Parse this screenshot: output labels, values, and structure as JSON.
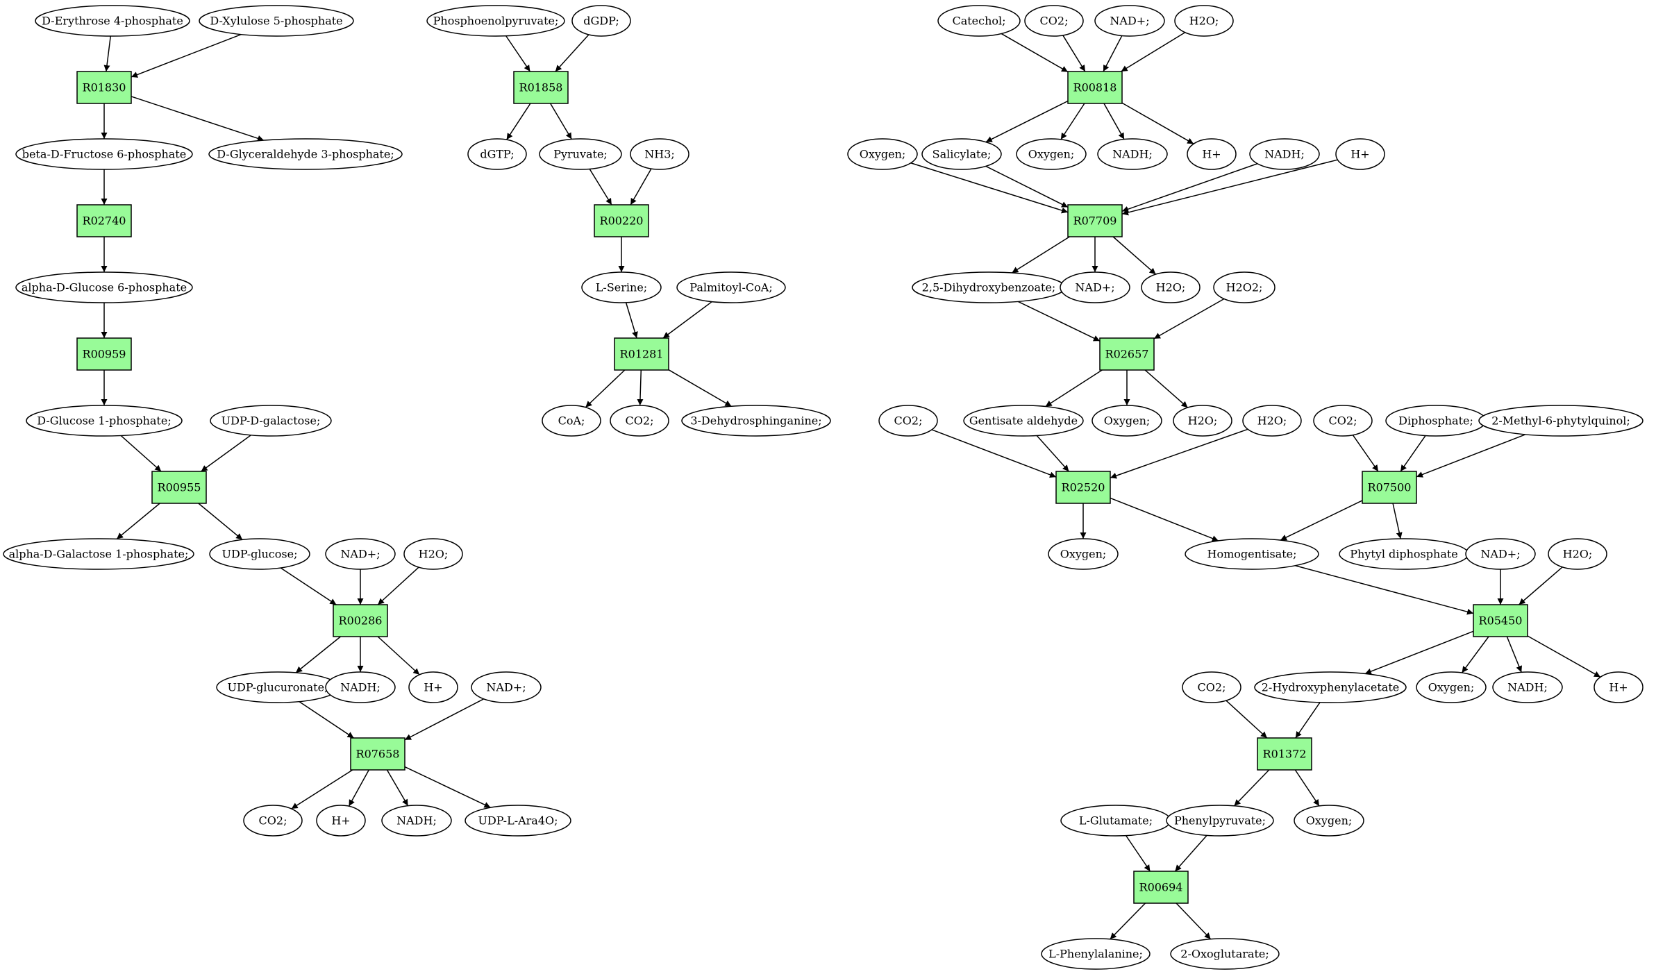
{
  "colors": {
    "reaction_fill": "#98fb98",
    "start_fill": "#00ee00",
    "target_fill": "#ffff00",
    "compound_fill": "#ffffff",
    "stroke": "#000000"
  },
  "nodes": [
    {
      "id": "e4p",
      "label": "D-Erythrose 4-phosphate",
      "kind": "start"
    },
    {
      "id": "x5p",
      "label": "D-Xylulose 5-phosphate",
      "kind": "compound"
    },
    {
      "id": "R01830",
      "label": "R01830",
      "kind": "reaction"
    },
    {
      "id": "bdf6p",
      "label": "beta-D-Fructose 6-phosphate",
      "kind": "compound"
    },
    {
      "id": "g3p",
      "label": "D-Glyceraldehyde 3-phosphate;",
      "kind": "compound"
    },
    {
      "id": "R02740",
      "label": "R02740",
      "kind": "reaction"
    },
    {
      "id": "adg6p",
      "label": "alpha-D-Glucose 6-phosphate",
      "kind": "compound"
    },
    {
      "id": "R00959",
      "label": "R00959",
      "kind": "reaction"
    },
    {
      "id": "dg1p",
      "label": "D-Glucose 1-phosphate;",
      "kind": "compound"
    },
    {
      "id": "udpgal",
      "label": "UDP-D-galactose;",
      "kind": "compound"
    },
    {
      "id": "R00955",
      "label": "R00955",
      "kind": "reaction"
    },
    {
      "id": "adgal1p",
      "label": "alpha-D-Galactose 1-phosphate;",
      "kind": "compound"
    },
    {
      "id": "udpglc",
      "label": "UDP-glucose;",
      "kind": "compound"
    },
    {
      "id": "nad_a",
      "label": "NAD+;",
      "kind": "compound"
    },
    {
      "id": "h2o_a",
      "label": "H2O;",
      "kind": "compound"
    },
    {
      "id": "R00286",
      "label": "R00286",
      "kind": "reaction"
    },
    {
      "id": "udpglcu",
      "label": "UDP-glucuronate;",
      "kind": "compound"
    },
    {
      "id": "nadh_a",
      "label": "NADH;",
      "kind": "compound"
    },
    {
      "id": "hp_a",
      "label": "H+",
      "kind": "compound"
    },
    {
      "id": "nad_b",
      "label": "NAD+;",
      "kind": "compound"
    },
    {
      "id": "R07658",
      "label": "R07658",
      "kind": "reaction"
    },
    {
      "id": "co2_a",
      "label": "CO2;",
      "kind": "compound"
    },
    {
      "id": "hp_b",
      "label": "H+",
      "kind": "compound"
    },
    {
      "id": "nadh_b",
      "label": "NADH;",
      "kind": "compound"
    },
    {
      "id": "udpara",
      "label": "UDP-L-Ara4O;",
      "kind": "compound"
    },
    {
      "id": "pep",
      "label": "Phosphoenolpyruvate;",
      "kind": "start"
    },
    {
      "id": "dgdp",
      "label": "dGDP;",
      "kind": "compound"
    },
    {
      "id": "R01858",
      "label": "R01858",
      "kind": "reaction"
    },
    {
      "id": "dgtp",
      "label": "dGTP;",
      "kind": "compound"
    },
    {
      "id": "pyr",
      "label": "Pyruvate;",
      "kind": "compound"
    },
    {
      "id": "nh3",
      "label": "NH3;",
      "kind": "compound"
    },
    {
      "id": "R00220",
      "label": "R00220",
      "kind": "reaction"
    },
    {
      "id": "lser",
      "label": "L-Serine;",
      "kind": "compound"
    },
    {
      "id": "palmcoa",
      "label": "Palmitoyl-CoA;",
      "kind": "compound"
    },
    {
      "id": "R01281",
      "label": "R01281",
      "kind": "reaction"
    },
    {
      "id": "coa",
      "label": "CoA;",
      "kind": "compound"
    },
    {
      "id": "co2_b",
      "label": "CO2;",
      "kind": "compound"
    },
    {
      "id": "dhsph",
      "label": "3-Dehydrosphinganine;",
      "kind": "compound"
    },
    {
      "id": "catechol",
      "label": "Catechol;",
      "kind": "compound"
    },
    {
      "id": "co2_c",
      "label": "CO2;",
      "kind": "compound"
    },
    {
      "id": "nad_c",
      "label": "NAD+;",
      "kind": "compound"
    },
    {
      "id": "h2o_c",
      "label": "H2O;",
      "kind": "compound"
    },
    {
      "id": "R00818",
      "label": "R00818",
      "kind": "reaction"
    },
    {
      "id": "oxy_a",
      "label": "Oxygen;",
      "kind": "compound"
    },
    {
      "id": "salic",
      "label": "Salicylate;",
      "kind": "compound"
    },
    {
      "id": "oxy_b",
      "label": "Oxygen;",
      "kind": "compound"
    },
    {
      "id": "nadh_c",
      "label": "NADH;",
      "kind": "compound"
    },
    {
      "id": "hp_c",
      "label": "H+",
      "kind": "compound"
    },
    {
      "id": "nadh_d",
      "label": "NADH;",
      "kind": "compound"
    },
    {
      "id": "hp_d",
      "label": "H+",
      "kind": "compound"
    },
    {
      "id": "R07709",
      "label": "R07709",
      "kind": "reaction"
    },
    {
      "id": "dhb",
      "label": "2,5-Dihydroxybenzoate;",
      "kind": "compound"
    },
    {
      "id": "nad_d",
      "label": "NAD+;",
      "kind": "compound"
    },
    {
      "id": "h2o_d",
      "label": "H2O;",
      "kind": "compound"
    },
    {
      "id": "h2o2",
      "label": "H2O2;",
      "kind": "compound"
    },
    {
      "id": "R02657",
      "label": "R02657",
      "kind": "reaction"
    },
    {
      "id": "co2_d",
      "label": "CO2;",
      "kind": "compound"
    },
    {
      "id": "gentald",
      "label": "Gentisate aldehyde",
      "kind": "compound"
    },
    {
      "id": "oxy_c",
      "label": "Oxygen;",
      "kind": "compound"
    },
    {
      "id": "h2o_e",
      "label": "H2O;",
      "kind": "compound"
    },
    {
      "id": "h2o_f",
      "label": "H2O;",
      "kind": "compound"
    },
    {
      "id": "co2_e",
      "label": "CO2;",
      "kind": "compound"
    },
    {
      "id": "diphos",
      "label": "Diphosphate;",
      "kind": "compound"
    },
    {
      "id": "mpq",
      "label": "2-Methyl-6-phytylquinol;",
      "kind": "compound"
    },
    {
      "id": "R02520",
      "label": "R02520",
      "kind": "reaction"
    },
    {
      "id": "R07500",
      "label": "R07500",
      "kind": "reaction"
    },
    {
      "id": "oxy_d",
      "label": "Oxygen;",
      "kind": "compound"
    },
    {
      "id": "homogent",
      "label": "Homogentisate;",
      "kind": "compound"
    },
    {
      "id": "phytyldp",
      "label": "Phytyl diphosphate",
      "kind": "compound"
    },
    {
      "id": "nad_e",
      "label": "NAD+;",
      "kind": "compound"
    },
    {
      "id": "h2o_g",
      "label": "H2O;",
      "kind": "compound"
    },
    {
      "id": "R05450",
      "label": "R05450",
      "kind": "reaction"
    },
    {
      "id": "co2_f",
      "label": "CO2;",
      "kind": "compound"
    },
    {
      "id": "hpa",
      "label": "2-Hydroxyphenylacetate",
      "kind": "compound"
    },
    {
      "id": "oxy_e",
      "label": "Oxygen;",
      "kind": "compound"
    },
    {
      "id": "nadh_e",
      "label": "NADH;",
      "kind": "compound"
    },
    {
      "id": "hp_e",
      "label": "H+",
      "kind": "compound"
    },
    {
      "id": "R01372",
      "label": "R01372",
      "kind": "reaction"
    },
    {
      "id": "lglu",
      "label": "L-Glutamate;",
      "kind": "compound"
    },
    {
      "id": "phpyr",
      "label": "Phenylpyruvate;",
      "kind": "compound"
    },
    {
      "id": "oxy_f",
      "label": "Oxygen;",
      "kind": "compound"
    },
    {
      "id": "R00694",
      "label": "R00694",
      "kind": "reaction"
    },
    {
      "id": "lphe",
      "label": "L-Phenylalanine;",
      "kind": "target"
    },
    {
      "id": "oxoglu",
      "label": "2-Oxoglutarate;",
      "kind": "compound"
    }
  ],
  "edges": [
    [
      "e4p",
      "R01830"
    ],
    [
      "x5p",
      "R01830"
    ],
    [
      "R01830",
      "bdf6p"
    ],
    [
      "R01830",
      "g3p"
    ],
    [
      "bdf6p",
      "R02740"
    ],
    [
      "R02740",
      "adg6p"
    ],
    [
      "adg6p",
      "R00959"
    ],
    [
      "R00959",
      "dg1p"
    ],
    [
      "dg1p",
      "R00955"
    ],
    [
      "udpgal",
      "R00955"
    ],
    [
      "R00955",
      "adgal1p"
    ],
    [
      "R00955",
      "udpglc"
    ],
    [
      "udpglc",
      "R00286"
    ],
    [
      "nad_a",
      "R00286"
    ],
    [
      "h2o_a",
      "R00286"
    ],
    [
      "R00286",
      "udpglcu"
    ],
    [
      "R00286",
      "nadh_a"
    ],
    [
      "R00286",
      "hp_a"
    ],
    [
      "udpglcu",
      "R07658"
    ],
    [
      "nad_b",
      "R07658"
    ],
    [
      "R07658",
      "co2_a"
    ],
    [
      "R07658",
      "hp_b"
    ],
    [
      "R07658",
      "nadh_b"
    ],
    [
      "R07658",
      "udpara"
    ],
    [
      "pep",
      "R01858"
    ],
    [
      "dgdp",
      "R01858"
    ],
    [
      "R01858",
      "dgtp"
    ],
    [
      "R01858",
      "pyr"
    ],
    [
      "pyr",
      "R00220"
    ],
    [
      "nh3",
      "R00220"
    ],
    [
      "R00220",
      "lser"
    ],
    [
      "lser",
      "R01281"
    ],
    [
      "palmcoa",
      "R01281"
    ],
    [
      "R01281",
      "coa"
    ],
    [
      "R01281",
      "co2_b"
    ],
    [
      "R01281",
      "dhsph"
    ],
    [
      "catechol",
      "R00818"
    ],
    [
      "co2_c",
      "R00818"
    ],
    [
      "nad_c",
      "R00818"
    ],
    [
      "h2o_c",
      "R00818"
    ],
    [
      "R00818",
      "salic"
    ],
    [
      "R00818",
      "oxy_b"
    ],
    [
      "R00818",
      "nadh_c"
    ],
    [
      "R00818",
      "hp_c"
    ],
    [
      "oxy_a",
      "R07709"
    ],
    [
      "salic",
      "R07709"
    ],
    [
      "nadh_d",
      "R07709"
    ],
    [
      "hp_d",
      "R07709"
    ],
    [
      "R07709",
      "dhb"
    ],
    [
      "R07709",
      "nad_d"
    ],
    [
      "R07709",
      "h2o_d"
    ],
    [
      "dhb",
      "R02657"
    ],
    [
      "h2o2",
      "R02657"
    ],
    [
      "R02657",
      "gentald"
    ],
    [
      "R02657",
      "oxy_c"
    ],
    [
      "R02657",
      "h2o_e"
    ],
    [
      "co2_d",
      "R02520"
    ],
    [
      "gentald",
      "R02520"
    ],
    [
      "h2o_f",
      "R02520"
    ],
    [
      "R02520",
      "oxy_d"
    ],
    [
      "R02520",
      "homogent"
    ],
    [
      "co2_e",
      "R07500"
    ],
    [
      "diphos",
      "R07500"
    ],
    [
      "mpq",
      "R07500"
    ],
    [
      "R07500",
      "homogent"
    ],
    [
      "R07500",
      "phytyldp"
    ],
    [
      "homogent",
      "R05450"
    ],
    [
      "nad_e",
      "R05450"
    ],
    [
      "h2o_g",
      "R05450"
    ],
    [
      "R05450",
      "hpa"
    ],
    [
      "R05450",
      "oxy_e"
    ],
    [
      "R05450",
      "nadh_e"
    ],
    [
      "R05450",
      "hp_e"
    ],
    [
      "co2_f",
      "R01372"
    ],
    [
      "hpa",
      "R01372"
    ],
    [
      "R01372",
      "phpyr"
    ],
    [
      "R01372",
      "oxy_f"
    ],
    [
      "lglu",
      "R00694"
    ],
    [
      "phpyr",
      "R00694"
    ],
    [
      "R00694",
      "lphe"
    ],
    [
      "R00694",
      "oxoglu"
    ]
  ]
}
